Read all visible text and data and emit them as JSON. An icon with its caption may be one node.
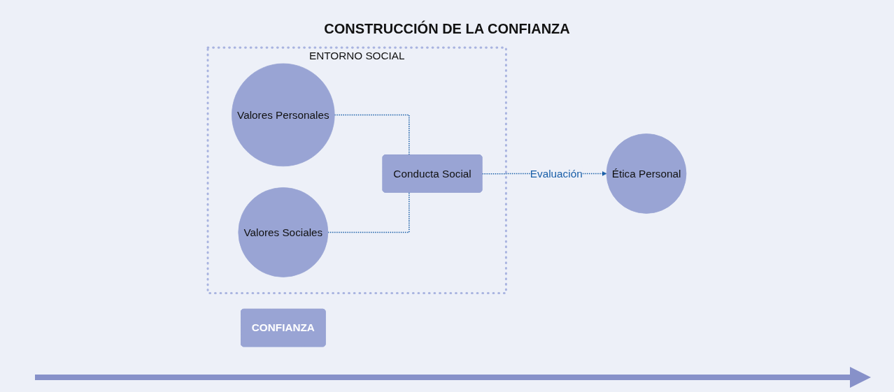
{
  "diagram": {
    "title": "CONSTRUCCIÓN DE LA CONFIANZA",
    "nodes": [
      {
        "text": [
          "ENTORNO SOCIAL"
        ]
      },
      {
        "text": [
          "Valores Personales"
        ],
        "in": 0
      },
      {
        "text": [
          "Valores Sociales"
        ],
        "in": 0
      },
      {
        "text": [
          "Conducta Social"
        ],
        "in": 0
      },
      {
        "text": [
          "Ética Personal"
        ]
      },
      {
        "text": [
          "CONFIANZA"
        ]
      }
    ],
    "edges": [
      {
        "from": 1,
        "to": 3,
        "arrow": "none",
        "style": "dashed"
      },
      {
        "from": 2,
        "to": 3,
        "arrow": "none",
        "style": "dashed"
      },
      {
        "from": 3,
        "to": 4,
        "arrow": "to",
        "style": "dashed",
        "label": "Evaluación"
      }
    ]
  }
}
